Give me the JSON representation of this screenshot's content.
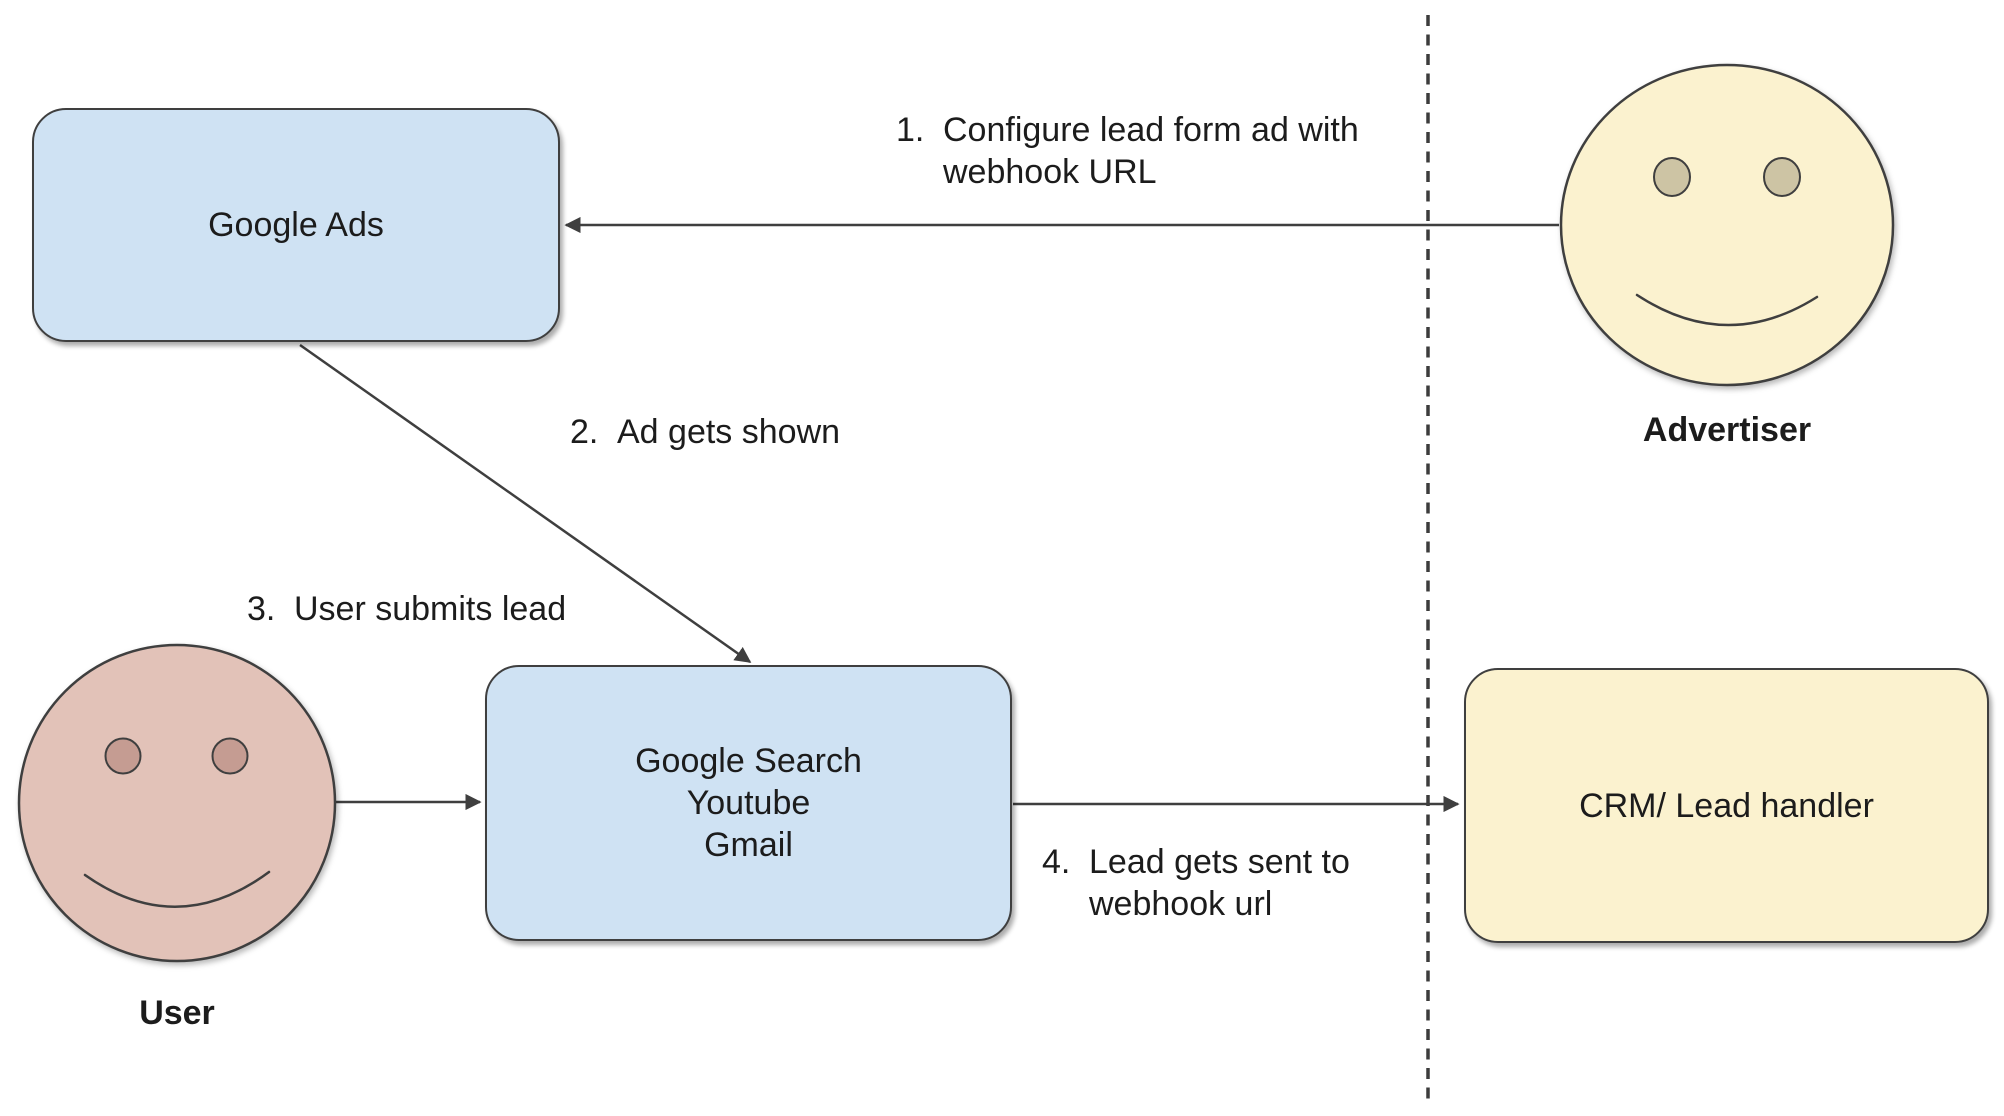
{
  "diagram": {
    "nodes": {
      "google_ads": {
        "label": "Google Ads"
      },
      "google_surfaces": {
        "label": "Google Search\nYoutube\nGmail"
      },
      "crm": {
        "label": "CRM/ Lead handler"
      }
    },
    "actors": {
      "advertiser": {
        "label": "Advertiser"
      },
      "user": {
        "label": "User"
      }
    },
    "steps": [
      {
        "number": "1.",
        "text": "Configure lead form ad with\nwebhook URL"
      },
      {
        "number": "2.",
        "text": "Ad gets shown"
      },
      {
        "number": "3.",
        "text": "User submits lead"
      },
      {
        "number": "4.",
        "text": "Lead gets sent to\nwebhook url"
      }
    ],
    "colors": {
      "node_blue": "#cfe2f3",
      "node_yellow": "#fbf2cf",
      "face_pink": "#e2c2b8",
      "eye_tan": "#cdc4a4",
      "eye_pink": "#c59c92",
      "stroke": "#3f3f3f",
      "text": "#1c1c1c"
    }
  }
}
